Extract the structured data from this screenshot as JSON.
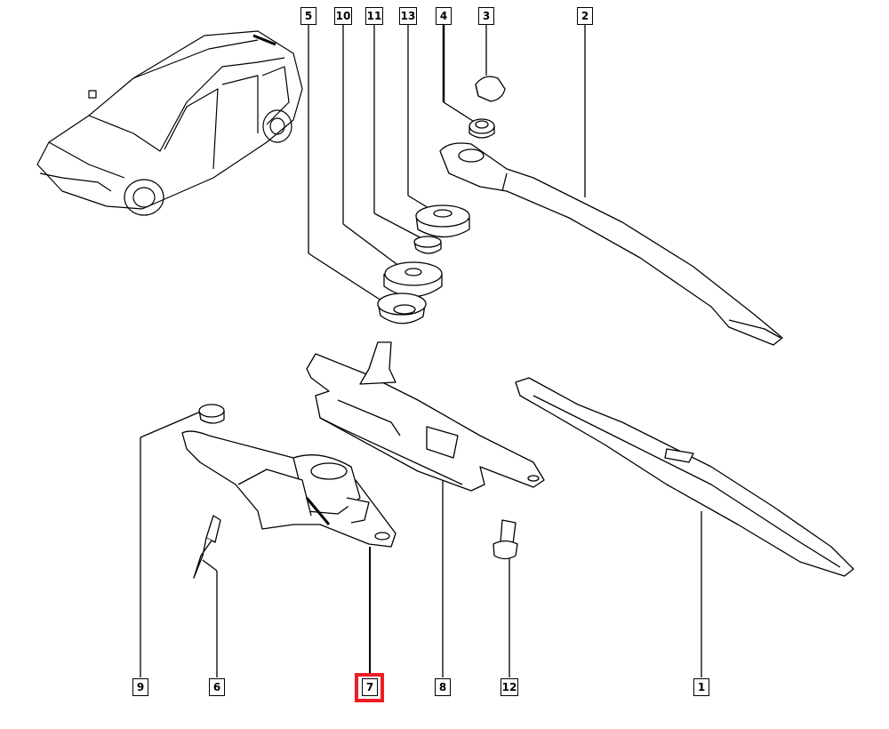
{
  "diagram": {
    "highlight_color": "#ee1c25",
    "selected_callout": "7",
    "callouts_top": [
      "5",
      "10",
      "11",
      "13",
      "4",
      "3",
      "2"
    ],
    "callouts_bottom": [
      "9",
      "6",
      "7",
      "8",
      "12",
      "1"
    ]
  }
}
